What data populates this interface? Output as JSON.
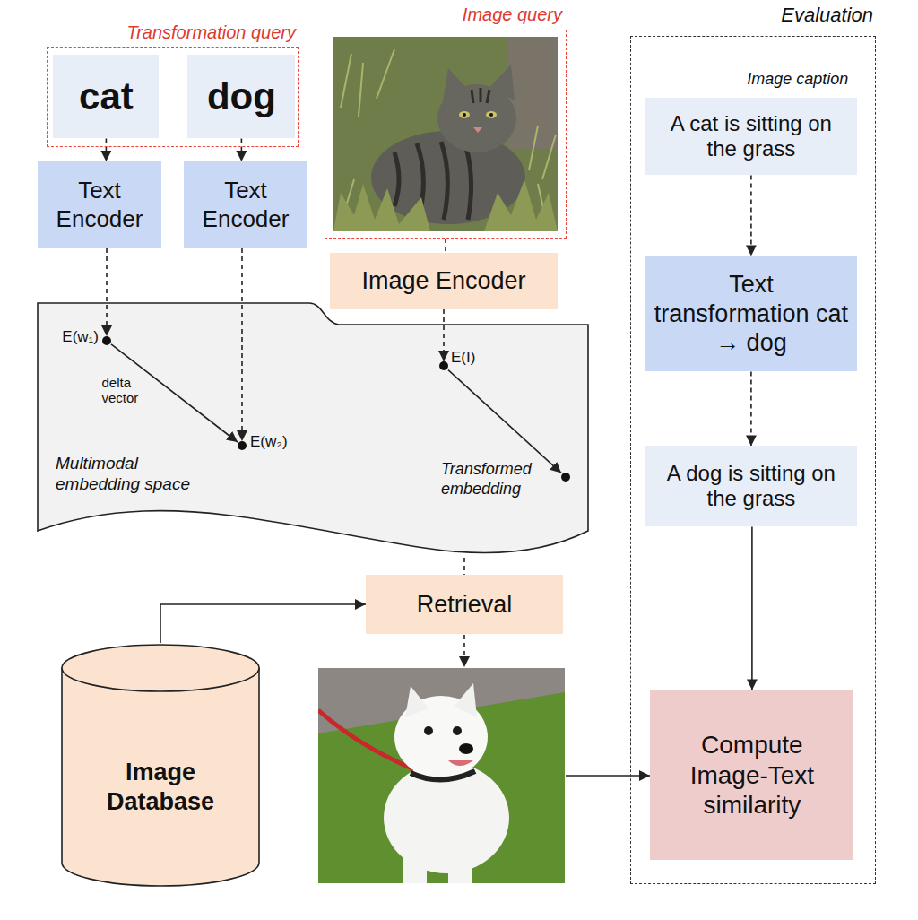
{
  "diagram": {
    "nodes": [
      {
        "text": [
          "Transformation query"
        ]
      },
      {
        "text": [
          "cat"
        ],
        "in": 0
      },
      {
        "text": [
          "dog"
        ],
        "in": 0
      },
      {
        "text": [
          "Image query"
        ]
      },
      {
        "text": [
          "Text Encoder"
        ]
      },
      {
        "text": [
          "Text Encoder"
        ]
      },
      {
        "text": [
          "Image Encoder"
        ]
      },
      {
        "text": [
          "Multimodal embedding space"
        ]
      },
      {
        "text": [
          "E(w₁)"
        ],
        "in": 7
      },
      {
        "text": [
          "E(w₂)"
        ],
        "in": 7
      },
      {
        "text": [
          "E(I)"
        ],
        "in": 7
      },
      {
        "text": [
          "Transformed embedding"
        ],
        "in": 7
      },
      {
        "text": [
          "Retrieval"
        ]
      },
      {
        "text": [
          "Image Database"
        ]
      },
      {
        "text": [
          "Evaluation"
        ]
      },
      {
        "text": [
          "Image caption",
          "A cat is sitting on the grass"
        ],
        "in": 14
      },
      {
        "text": [
          "Text transformation cat → dog"
        ],
        "in": 14
      },
      {
        "text": [
          "A dog is sitting on the grass"
        ],
        "in": 14
      },
      {
        "text": [
          "Compute Image-Text similarity"
        ],
        "in": 14
      }
    ],
    "edges": [
      {
        "from": 1,
        "to": 4,
        "arrow": "to"
      },
      {
        "from": 2,
        "to": 5,
        "arrow": "to"
      },
      {
        "from": 3,
        "to": 6,
        "arrow": "none"
      },
      {
        "from": 4,
        "to": 8,
        "arrow": "to"
      },
      {
        "from": 5,
        "to": 9,
        "arrow": "to"
      },
      {
        "from": 6,
        "to": 10,
        "arrow": "to"
      },
      {
        "from": 8,
        "to": 9,
        "label": "delta vector",
        "arrow": "to"
      },
      {
        "from": 10,
        "to": 11,
        "arrow": "to"
      },
      {
        "from": 7,
        "to": 12,
        "arrow": "none"
      },
      {
        "from": 13,
        "to": 12,
        "arrow": "to"
      },
      {
        "from": 15,
        "to": 16,
        "arrow": "to"
      },
      {
        "from": 16,
        "to": 17,
        "arrow": "to"
      },
      {
        "from": 17,
        "to": 18,
        "arrow": "to"
      }
    ]
  }
}
